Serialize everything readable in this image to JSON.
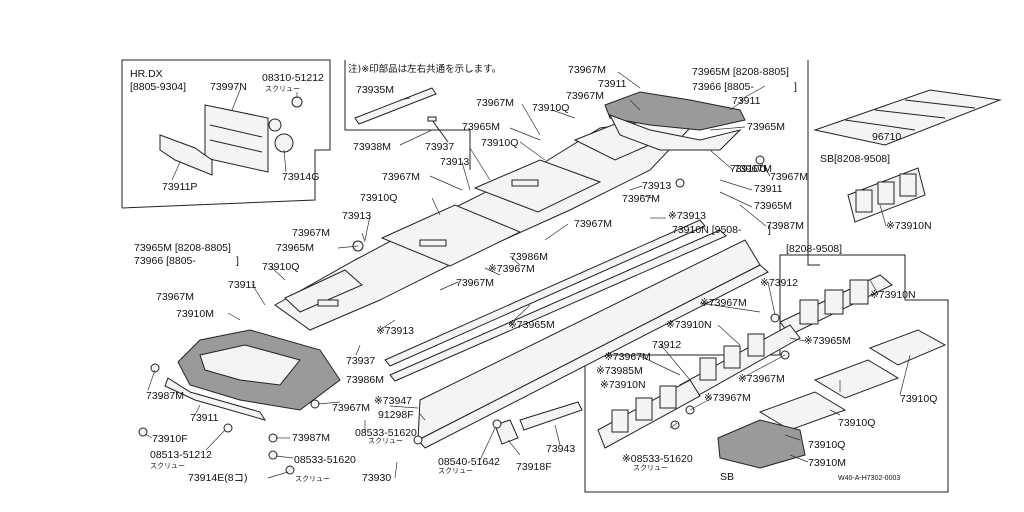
{
  "notes": {
    "common_parts": "注)※印部品は左右共通を示します。",
    "screw": "スクリュー",
    "diagram_code": "W40-A-H7302-0003"
  },
  "boxes": {
    "hr_dx": {
      "title": "HR.DX",
      "range": "[8805-9304]"
    },
    "sb_top": {
      "title": "SB[8208-9508]"
    },
    "sb_bottom": {
      "title": "SB",
      "range": "[8208-9508]"
    }
  },
  "labels": [
    {
      "id": "l01",
      "text": "73997N"
    },
    {
      "id": "l02",
      "text": "08310-51212"
    },
    {
      "id": "l03",
      "text": "73914G"
    },
    {
      "id": "l04",
      "text": "73911P"
    },
    {
      "id": "l05",
      "text": "73935M"
    },
    {
      "id": "l06",
      "text": "73938M"
    },
    {
      "id": "l07",
      "text": "73967M"
    },
    {
      "id": "l08",
      "text": "73911"
    },
    {
      "id": "l09",
      "text": "73967M"
    },
    {
      "id": "l10",
      "text": "73910Q"
    },
    {
      "id": "l11",
      "text": "73967M"
    },
    {
      "id": "l12",
      "text": "73965M"
    },
    {
      "id": "l13",
      "text": "73965M [8208-8805]"
    },
    {
      "id": "l14",
      "text": "73966 [8805-"
    },
    {
      "id": "l15",
      "text": "]"
    },
    {
      "id": "l16",
      "text": "73911"
    },
    {
      "id": "l17",
      "text": "73965M"
    },
    {
      "id": "l18",
      "text": "73937"
    },
    {
      "id": "l19",
      "text": "73910Q"
    },
    {
      "id": "l20",
      "text": "73913"
    },
    {
      "id": "l21",
      "text": "73910U"
    },
    {
      "id": "l22",
      "text": "73967M"
    },
    {
      "id": "l23",
      "text": "73967M"
    },
    {
      "id": "l24",
      "text": "73913"
    },
    {
      "id": "l25",
      "text": "73911"
    },
    {
      "id": "l26",
      "text": "73967M"
    },
    {
      "id": "l27",
      "text": "73965M"
    },
    {
      "id": "l28",
      "text": "73910Q"
    },
    {
      "id": "l29",
      "text": "73987M"
    },
    {
      "id": "l30",
      "text": "96710"
    },
    {
      "id": "l31",
      "text": "※73910N"
    },
    {
      "id": "l32",
      "text": "73913"
    },
    {
      "id": "l33",
      "text": "73967M"
    },
    {
      "id": "l34",
      "text": "※73913"
    },
    {
      "id": "l35",
      "text": "73910N [9508-"
    },
    {
      "id": "l36",
      "text": "]"
    },
    {
      "id": "l37",
      "text": "73965M [8208-8805]"
    },
    {
      "id": "l38",
      "text": "73966 [8805-"
    },
    {
      "id": "l39",
      "text": "]"
    },
    {
      "id": "l40",
      "text": "73965M"
    },
    {
      "id": "l41",
      "text": "73967M"
    },
    {
      "id": "l42",
      "text": "73986M"
    },
    {
      "id": "l43",
      "text": "※73967M"
    },
    {
      "id": "l44",
      "text": "73910Q"
    },
    {
      "id": "l45",
      "text": "73967M"
    },
    {
      "id": "l46",
      "text": "※73912"
    },
    {
      "id": "l47",
      "text": "※73910N"
    },
    {
      "id": "l48",
      "text": "73911"
    },
    {
      "id": "l49",
      "text": "73967M"
    },
    {
      "id": "l50",
      "text": "73910M"
    },
    {
      "id": "l51",
      "text": "※73965M"
    },
    {
      "id": "l52",
      "text": "※73967M"
    },
    {
      "id": "l53",
      "text": "※73913"
    },
    {
      "id": "l54",
      "text": "※73910N"
    },
    {
      "id": "l55",
      "text": "※73965M"
    },
    {
      "id": "l56",
      "text": "73937"
    },
    {
      "id": "l57",
      "text": "※73967M"
    },
    {
      "id": "l58",
      "text": "73912"
    },
    {
      "id": "l59",
      "text": "※73985M"
    },
    {
      "id": "l60",
      "text": "※73910N"
    },
    {
      "id": "l61",
      "text": "73986M"
    },
    {
      "id": "l62",
      "text": "※73967M"
    },
    {
      "id": "l63",
      "text": "73987M"
    },
    {
      "id": "l64",
      "text": "73967M"
    },
    {
      "id": "l65",
      "text": "※73947"
    },
    {
      "id": "l66",
      "text": "91298F"
    },
    {
      "id": "l67",
      "text": "73911"
    },
    {
      "id": "l68",
      "text": "73910F"
    },
    {
      "id": "l69",
      "text": "08513-51212"
    },
    {
      "id": "l70",
      "text": "73914E(8コ)"
    },
    {
      "id": "l71",
      "text": "73987M"
    },
    {
      "id": "l72",
      "text": "08533-51620"
    },
    {
      "id": "l73",
      "text": "08533-51620"
    },
    {
      "id": "l74",
      "text": "73930"
    },
    {
      "id": "l75",
      "text": "08540-51642"
    },
    {
      "id": "l76",
      "text": "73918F"
    },
    {
      "id": "l77",
      "text": "73943"
    },
    {
      "id": "l78",
      "text": "※73967M"
    },
    {
      "id": "l79",
      "text": "※08533-51620"
    },
    {
      "id": "l80",
      "text": "73910Q"
    },
    {
      "id": "l81",
      "text": "73910Q"
    },
    {
      "id": "l82",
      "text": "73910Q"
    },
    {
      "id": "l83",
      "text": "73910M"
    },
    {
      "id": "l84",
      "text": "73967M"
    }
  ]
}
